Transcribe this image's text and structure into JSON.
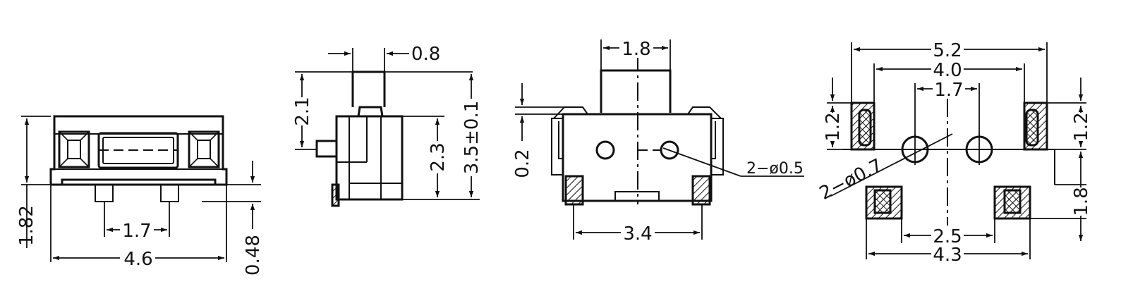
{
  "views": {
    "front": {
      "height": "1.82",
      "pin_pitch": "1.7",
      "width": "4.6",
      "standoff": "0.48"
    },
    "side": {
      "actuator_width": "0.8",
      "actuator_height": "2.1",
      "body_height": "2.3",
      "total_height": "3.5±0.1"
    },
    "top": {
      "actuator_width": "1.8",
      "offset": "0.2",
      "holes": "2−ø0.5",
      "terminal_span": "3.4"
    },
    "footprint": {
      "outer_span": "5.2",
      "inner_span": "4.0",
      "hole_pitch": "1.7",
      "pad_height_upper": "1.2",
      "pad_height_right": "1.2",
      "holes": "2−ø0.7",
      "lower_pad_height": "1.8",
      "lower_inner_span": "2.5",
      "lower_outer_span": "4.3"
    }
  },
  "colors": {
    "line": "#111111",
    "background": "#ffffff"
  }
}
